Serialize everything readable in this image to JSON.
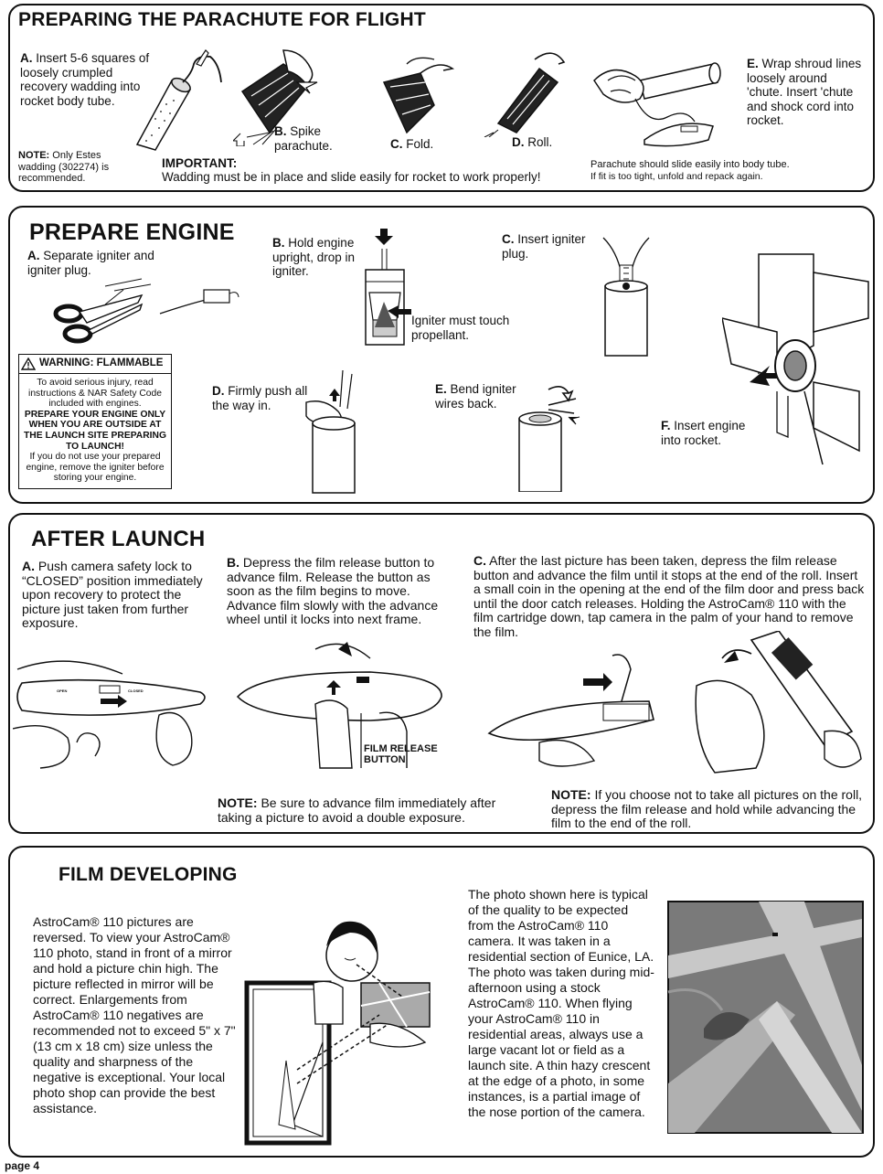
{
  "section1": {
    "title": "PREPARING THE PARACHUTE FOR FLIGHT",
    "a_letter": "A.",
    "a_text": "Insert 5-6 squares of loosely crumpled recovery wadding into rocket body tube.",
    "b_letter": "B.",
    "b_text": "Spike parachute.",
    "c_letter": "C.",
    "c_text": "Fold.",
    "d_letter": "D.",
    "d_text": "Roll.",
    "e_letter": "E.",
    "e_text": "Wrap shroud lines loosely around 'chute. Insert 'chute and shock cord into rocket.",
    "note_label": "NOTE:",
    "note_text": "Only Estes wadding (302274) is recommended.",
    "important_label": "IMPORTANT:",
    "important_text": "Wadding must be in place and slide easily for rocket to work properly!",
    "slide_text": "Parachute should slide easily into body tube.",
    "fit_text": "If fit is too tight, unfold and repack again."
  },
  "section2": {
    "title": "PREPARE ENGINE",
    "a_letter": "A.",
    "a_text": "Separate igniter and igniter plug.",
    "b_letter": "B.",
    "b_text": "Hold engine upright, drop in igniter.",
    "igniter_note": "Igniter must touch propellant.",
    "c_letter": "C.",
    "c_text": "Insert igniter plug.",
    "d_letter": "D.",
    "d_text": "Firmly push all the way in.",
    "e_letter": "E.",
    "e_text": "Bend igniter wires back.",
    "f_letter": "F.",
    "f_text": "Insert engine into rocket.",
    "warning_title": "WARNING: FLAMMABLE",
    "warning_1": "To avoid serious injury, read instructions & NAR Safety Code included with engines.",
    "warning_2": "PREPARE YOUR ENGINE ONLY WHEN YOU ARE OUTSIDE AT THE LAUNCH SITE PREPARING TO LAUNCH!",
    "warning_3": "If you do not use your prepared engine, remove the igniter before storing your engine."
  },
  "section3": {
    "title": "AFTER LAUNCH",
    "a_letter": "A.",
    "a_text": "Push camera safety lock to “CLOSED” position immediately upon recovery to protect the picture just taken from further exposure.",
    "b_letter": "B.",
    "b_text": "Depress the film release button to advance film. Release the button as soon as the film begins to move. Advance film slowly with the advance wheel until it locks into next frame.",
    "c_letter": "C.",
    "c_text": "After the last picture has been taken, depress the film release button and advance the film until it stops at the end of the roll. Insert a small coin in the opening at the end of the film door and press back until the door catch releases. Holding the AstroCam® 110 with the film cartridge down, tap camera in the palm of your hand to remove the film.",
    "film_release_label": "FILM RELEASE BUTTON",
    "open_label": "OPEN",
    "closed_label": "CLOSED",
    "note1_label": "NOTE:",
    "note1_text": "Be sure to advance film immediately after taking a picture to avoid a double exposure.",
    "note2_label": "NOTE:",
    "note2_text": "If you choose not to take all pictures on the roll, depress the film release and hold while advancing the film to the end of the roll."
  },
  "section4": {
    "title": "FILM DEVELOPING",
    "left_text": "AstroCam® 110 pictures are reversed. To view your AstroCam® 110 photo, stand in front of a mirror and hold a picture chin high. The picture reflected in mirror will be correct. Enlargements from AstroCam® 110 negatives are recommended not to exceed 5\" x 7\" (13 cm x 18 cm) size unless the quality and sharpness of the negative is exceptional. Your local photo shop can provide the best assistance.",
    "right_text": "The photo shown here is typical of the quality to be expected from the AstroCam® 110 camera. It was taken in a residential section of Eunice, LA. The photo was taken during mid-afternoon using a stock AstroCam® 110. When flying your AstroCam® 110 in residential areas, always use a large vacant lot or field as a launch site. A thin hazy crescent at the edge of a photo, in some instances, is a partial image of the nose portion of the camera."
  },
  "footer": {
    "page_label": "page 4"
  }
}
